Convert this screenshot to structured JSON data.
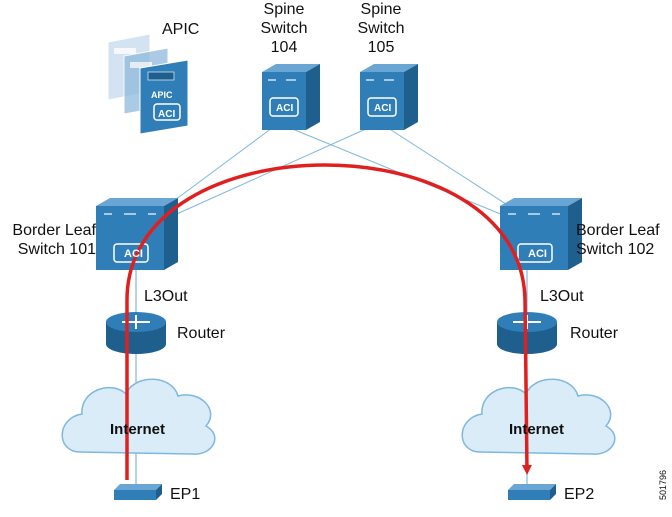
{
  "colors": {
    "device_blue": "#2f7eb8",
    "device_dark": "#1f5f8e",
    "link_blue": "#7fb8de",
    "path_red": "#e0201f",
    "cloud_fill": "#d9ecf8",
    "cloud_stroke": "#7fb8de",
    "ghost_blue": "#a9c9e6"
  },
  "apic": {
    "label": "APIC",
    "badge": "APIC",
    "chip": "ACI"
  },
  "spines": [
    {
      "line1": "Spine",
      "line2": "Switch",
      "line3": "104",
      "chip": "ACI"
    },
    {
      "line1": "Spine",
      "line2": "Switch",
      "line3": "105",
      "chip": "ACI"
    }
  ],
  "leaves": [
    {
      "line1": "Border Leaf",
      "line2": "Switch 101",
      "chip": "ACI",
      "l3out": "L3Out"
    },
    {
      "line1": "Border Leaf",
      "line2": "Switch 102",
      "chip": "ACI",
      "l3out": "L3Out"
    }
  ],
  "routers": [
    {
      "label": "Router"
    },
    {
      "label": "Router"
    }
  ],
  "clouds": [
    {
      "label": "Internet"
    },
    {
      "label": "Internet"
    }
  ],
  "endpoints": [
    {
      "label": "EP1"
    },
    {
      "label": "EP2"
    }
  ],
  "doc_id": "501796"
}
